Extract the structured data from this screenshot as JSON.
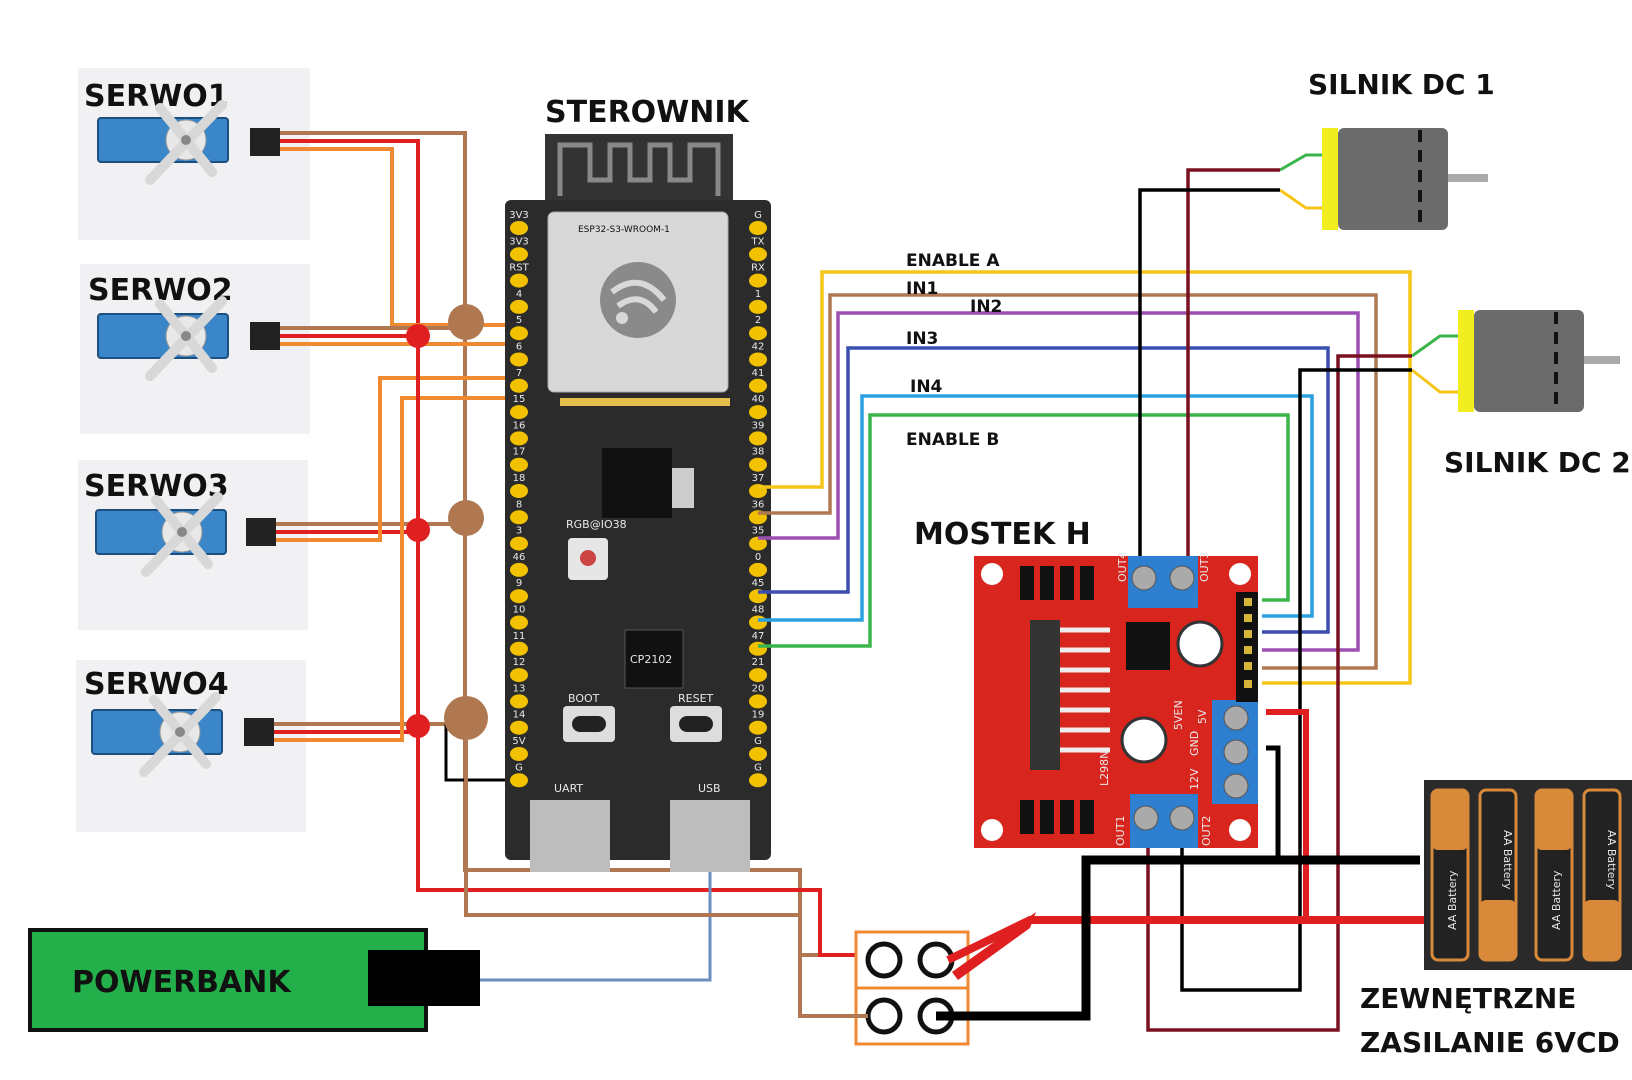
{
  "labels": {
    "servo1": "SERWO1",
    "servo2": "SERWO2",
    "servo3": "SERWO3",
    "servo4": "SERWO4",
    "controller": "STEROWNIK",
    "module": "ESP32-S3-WROOM-1",
    "motor1": "SILNIK DC 1",
    "motor2": "SILNIK DC 2",
    "hbridge": "MOSTEK H",
    "powerbank": "POWERBANK",
    "external_power_line1": "ZEWNĘTRZNE",
    "external_power_line2": "ZASILANIE 6VCD",
    "rgb": "RGB@IO38",
    "boot": "BOOT",
    "reset": "RESET",
    "uart": "UART",
    "usb": "USB",
    "usb_chip": "CP2102",
    "chip_name": "L298N",
    "battery_text": "AA Battery"
  },
  "signals": {
    "enable_a": "ENABLE A",
    "in1": "IN1",
    "in2": "IN2",
    "in3": "IN3",
    "in4": "IN4",
    "enable_b": "ENABLE B"
  },
  "hbridge_pins": {
    "out4": "OUT4",
    "out3": "OUT3",
    "out1": "OUT1",
    "out2": "OUT2",
    "v12": "12V",
    "gnd": "GND",
    "v5": "5V",
    "v5en": "5VEN"
  },
  "left_pins": [
    "3V3",
    "3V3",
    "RST",
    "4",
    "5",
    "6",
    "7",
    "15",
    "16",
    "17",
    "18",
    "8",
    "3",
    "46",
    "9",
    "10",
    "11",
    "12",
    "13",
    "14",
    "5V",
    "G"
  ],
  "right_pins": [
    "G",
    "TX",
    "RX",
    "1",
    "2",
    "42",
    "41",
    "40",
    "39",
    "38",
    "37",
    "36",
    "35",
    "0",
    "45",
    "48",
    "47",
    "21",
    "20",
    "19",
    "G",
    "G"
  ],
  "colors": {
    "board": "#2b2b2b",
    "hbridge": "#d8261f",
    "terminal": "#2f7fd0",
    "powerbank": "#23b04a",
    "servo": "#3a86c8",
    "wire_red": "#e02020",
    "wire_brown": "#b07850",
    "wire_orange": "#f08a30",
    "wire_yellow": "#f5c518",
    "wire_purple": "#9b4fb3",
    "wire_blue": "#3a4fb0",
    "wire_cyan": "#2aa0e0",
    "wire_green": "#3ab54a",
    "wire_black": "#000000",
    "wire_darkred": "#7a1020",
    "wire_usb": "#6a8fbf"
  }
}
